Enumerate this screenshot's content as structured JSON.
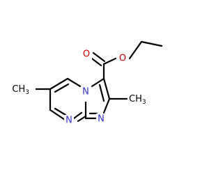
{
  "molecule": {
    "atoms": {
      "n_bridge": {
        "symbol": "N",
        "color": "#3333cc"
      },
      "n_imidazole": {
        "symbol": "N",
        "color": "#3333cc"
      },
      "n_pyrimidine": {
        "symbol": "N",
        "color": "#3333cc"
      },
      "o_carbonyl": {
        "symbol": "O",
        "color": "#cc0000"
      },
      "o_ester": {
        "symbol": "O",
        "color": "#cc0000"
      },
      "methyl_left": {
        "symbol": "CH3",
        "color": "#000000"
      },
      "methyl_right": {
        "symbol": "CH3",
        "color": "#000000"
      }
    },
    "bond_color": "#000000",
    "background": "#ffffff"
  }
}
